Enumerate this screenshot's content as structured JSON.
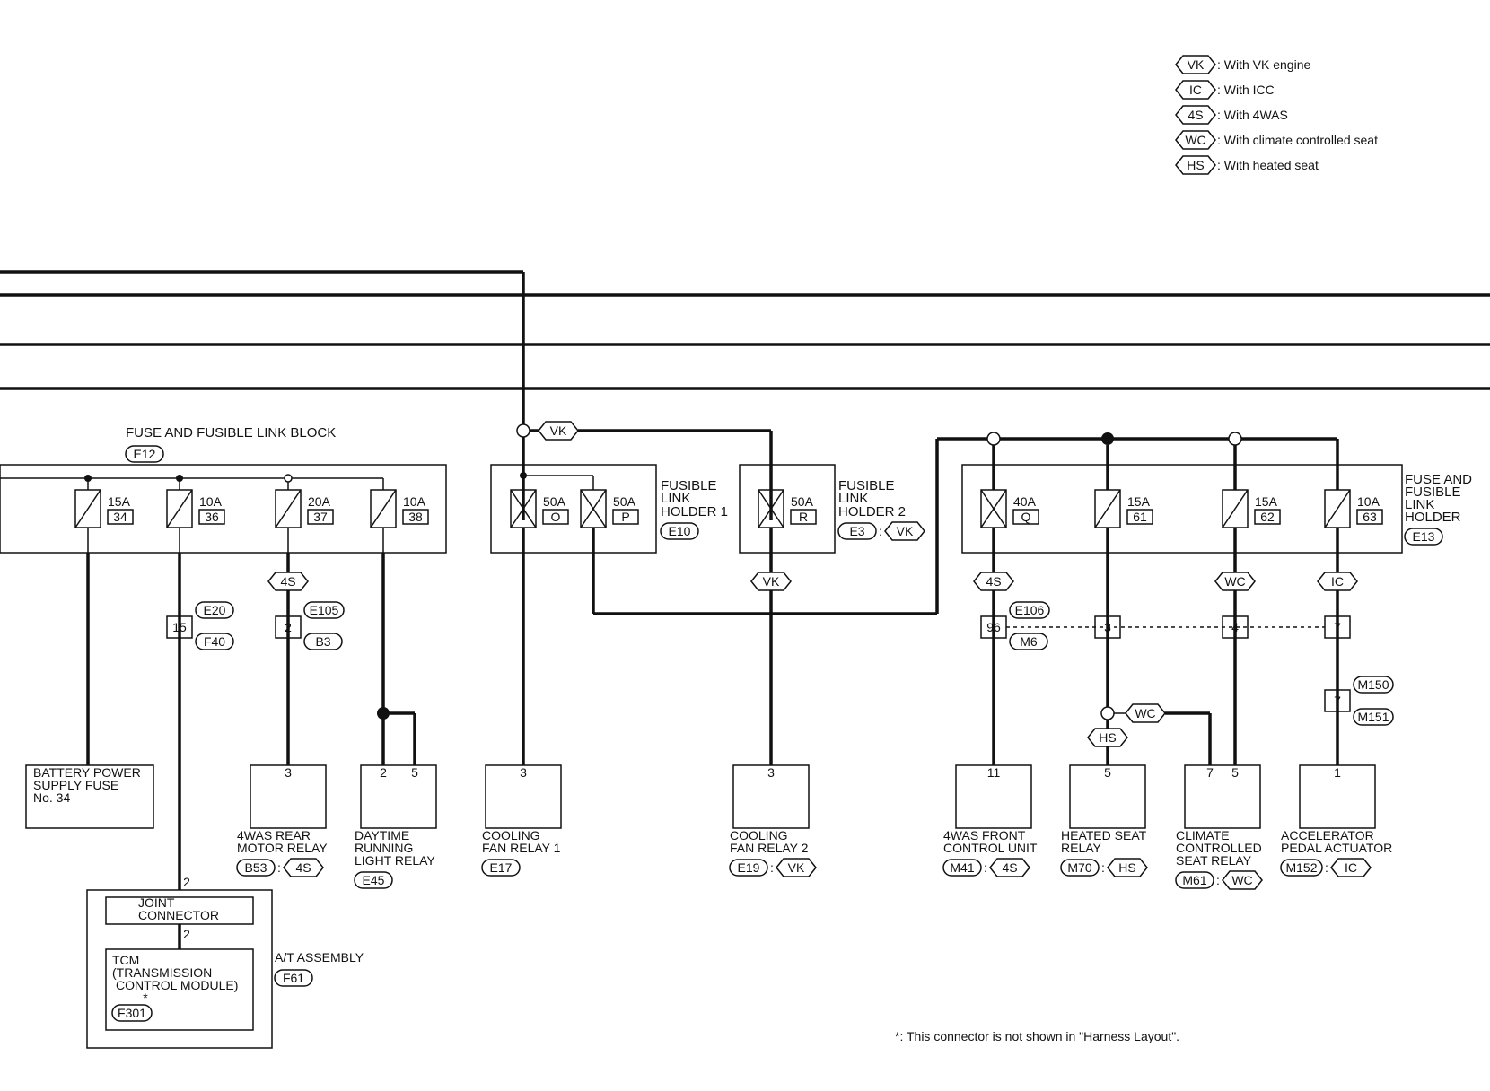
{
  "legend": [
    {
      "code": "VK",
      "text": ": With VK engine"
    },
    {
      "code": "IC",
      "text": ": With ICC"
    },
    {
      "code": "4S",
      "text": ": With 4WAS"
    },
    {
      "code": "WC",
      "text": ": With climate controlled seat"
    },
    {
      "code": "HS",
      "text": ": With heated seat"
    }
  ],
  "blocks": {
    "fuse_block": {
      "title": "FUSE AND FUSIBLE LINK BLOCK",
      "connector": "E12"
    },
    "fl_holder1": {
      "l1": "FUSIBLE",
      "l2": "LINK",
      "l3": "HOLDER 1",
      "connector": "E10"
    },
    "fl_holder2": {
      "l1": "FUSIBLE",
      "l2": "LINK",
      "l3": "HOLDER 2",
      "connector": "E3",
      "option": "VK"
    },
    "ff_holder": {
      "l1": "FUSE AND",
      "l2": "FUSIBLE",
      "l3": "LINK",
      "l4": "HOLDER",
      "connector": "E13"
    }
  },
  "fuses": [
    {
      "amp": "15A",
      "num": "34"
    },
    {
      "amp": "10A",
      "num": "36"
    },
    {
      "amp": "20A",
      "num": "37"
    },
    {
      "amp": "10A",
      "num": "38"
    },
    {
      "amp": "50A",
      "num": "O"
    },
    {
      "amp": "50A",
      "num": "P"
    },
    {
      "amp": "50A",
      "num": "R"
    },
    {
      "amp": "40A",
      "num": "Q"
    },
    {
      "amp": "15A",
      "num": "61"
    },
    {
      "amp": "15A",
      "num": "62"
    },
    {
      "amp": "10A",
      "num": "63"
    }
  ],
  "options": {
    "vk_top": "VK",
    "s4_37": "4S",
    "vk_r": "VK",
    "s4_q": "4S",
    "wc_62": "WC",
    "ic_63": "IC",
    "wc_hs": "WC",
    "hs_node": "HS"
  },
  "junctions": {
    "j15": {
      "pin": "15",
      "c1": "E20",
      "c2": "F40"
    },
    "j2": {
      "pin": "2",
      "c1": "E105",
      "c2": "B3"
    },
    "j96": {
      "pin": "96",
      "c1": "E106",
      "c2": "M6"
    },
    "j3": {
      "pin": "3"
    },
    "j4": {
      "pin": "4"
    },
    "j7": {
      "pin": "7"
    },
    "j7b": {
      "pin": "7",
      "c1": "M150",
      "c2": "M151"
    }
  },
  "components": {
    "battery": {
      "l1": "BATTERY POWER",
      "l2": "SUPPLY FUSE",
      "l3": "No. 34"
    },
    "rear_motor": {
      "pin": "3",
      "l1": "4WAS REAR",
      "l2": "MOTOR RELAY",
      "connector": "B53",
      "option": "4S"
    },
    "drl": {
      "pin1": "2",
      "pin2": "5",
      "l1": "DAYTIME",
      "l2": "RUNNING",
      "l3": "LIGHT RELAY",
      "connector": "E45"
    },
    "fan1": {
      "pin": "3",
      "l1": "COOLING",
      "l2": "FAN RELAY 1",
      "connector": "E17"
    },
    "fan2": {
      "pin": "3",
      "l1": "COOLING",
      "l2": "FAN RELAY 2",
      "connector": "E19",
      "option": "VK"
    },
    "front_unit": {
      "pin": "11",
      "l1": "4WAS FRONT",
      "l2": "CONTROL UNIT",
      "connector": "M41",
      "option": "4S"
    },
    "heated_seat": {
      "pin": "5",
      "l1": "HEATED SEAT",
      "l2": "RELAY",
      "connector": "M70",
      "option": "HS"
    },
    "climate_seat": {
      "pin1": "7",
      "pin2": "5",
      "l1": "CLIMATE",
      "l2": "CONTROLLED",
      "l3": "SEAT RELAY",
      "connector": "M61",
      "option": "WC"
    },
    "accel": {
      "pin": "1",
      "l1": "ACCELERATOR",
      "l2": "PEDAL ACTUATOR",
      "connector": "M152",
      "option": "IC"
    },
    "at_assembly": {
      "title": "A/T ASSEMBLY",
      "connector": "F61",
      "joint_l1": "JOINT",
      "joint_l2": "CONNECTOR",
      "pin_top": "2",
      "pin_mid": "2",
      "tcm_l1": "TCM",
      "tcm_l2": "(TRANSMISSION",
      "tcm_l3": "CONTROL MODULE)",
      "star": "*",
      "tcm_connector": "F301"
    }
  },
  "colon": ":",
  "footnote": "*: This connector is not shown in \"Harness Layout\"."
}
